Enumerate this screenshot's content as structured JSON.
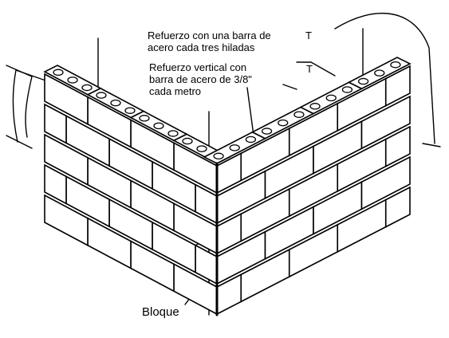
{
  "labels": {
    "horizontal_line1": "Refuerzo con una barra de",
    "horizontal_line2": "acero cada tres hiladas",
    "vertical_line1": "Refuerzo vertical con",
    "vertical_line2": "barra de acero de 3/8\"",
    "vertical_line3": "cada metro",
    "block": "Bloque",
    "clip_upper_right": "T",
    "clip_lower_right": "T"
  }
}
